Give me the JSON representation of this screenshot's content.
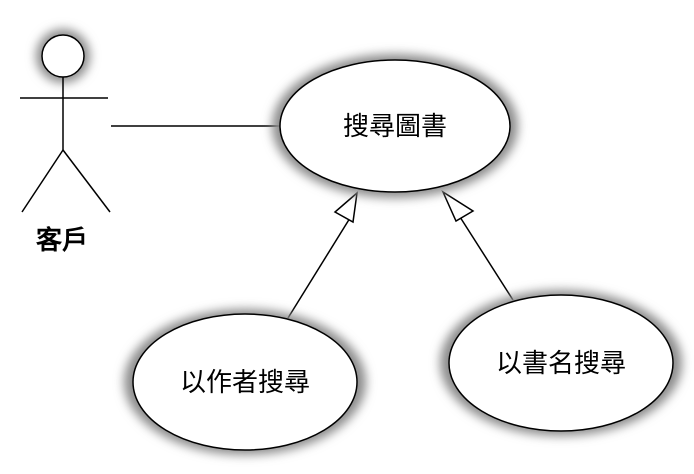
{
  "diagram": {
    "actor": {
      "label": "客戶"
    },
    "use_cases": {
      "main": {
        "label": "搜尋圖書"
      },
      "by_author": {
        "label": "以作者搜尋"
      },
      "by_title": {
        "label": "以書名搜尋"
      }
    },
    "colors": {
      "stroke": "#000000",
      "fill": "#ffffff",
      "shadow": "#9a9a9a"
    }
  }
}
